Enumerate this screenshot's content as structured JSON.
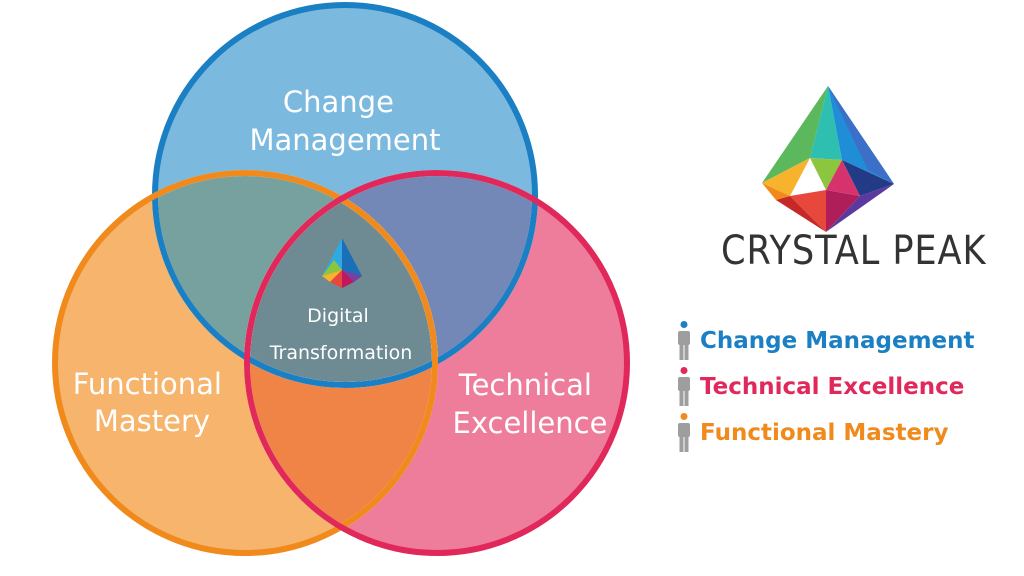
{
  "diagram": {
    "circles": [
      {
        "id": "change",
        "label_lines": [
          "Change",
          "Management"
        ],
        "fill": "#7BB9DF",
        "stroke": "#1B7FC4"
      },
      {
        "id": "functional",
        "label_lines": [
          "Functional",
          "Mastery"
        ],
        "fill": "#F6B46C",
        "stroke": "#F08A1C"
      },
      {
        "id": "technical",
        "label_lines": [
          "Technical",
          "Excellence"
        ],
        "fill": "#EE7D9B",
        "stroke": "#E1285A"
      }
    ],
    "overlaps": {
      "change_functional": "#77A19E",
      "change_technical": "#7488B8",
      "functional_technical": "#F08446",
      "center": "#6E8A92"
    },
    "center_label_lines": [
      "Digital",
      "Transformation"
    ]
  },
  "brand": {
    "name": "CRYSTAL PEAK",
    "logo_icon": "crystal-peak-logo-icon"
  },
  "legend": [
    {
      "label": "Change Management",
      "color": "#1B7FC4",
      "dot_color": "#1B7FC4",
      "icon": "person-icon"
    },
    {
      "label": "Technical Excellence",
      "color": "#E1285A",
      "dot_color": "#E1285A",
      "icon": "person-icon"
    },
    {
      "label": "Functional Mastery",
      "color": "#F08A1C",
      "dot_color": "#F08A1C",
      "icon": "person-icon"
    }
  ]
}
